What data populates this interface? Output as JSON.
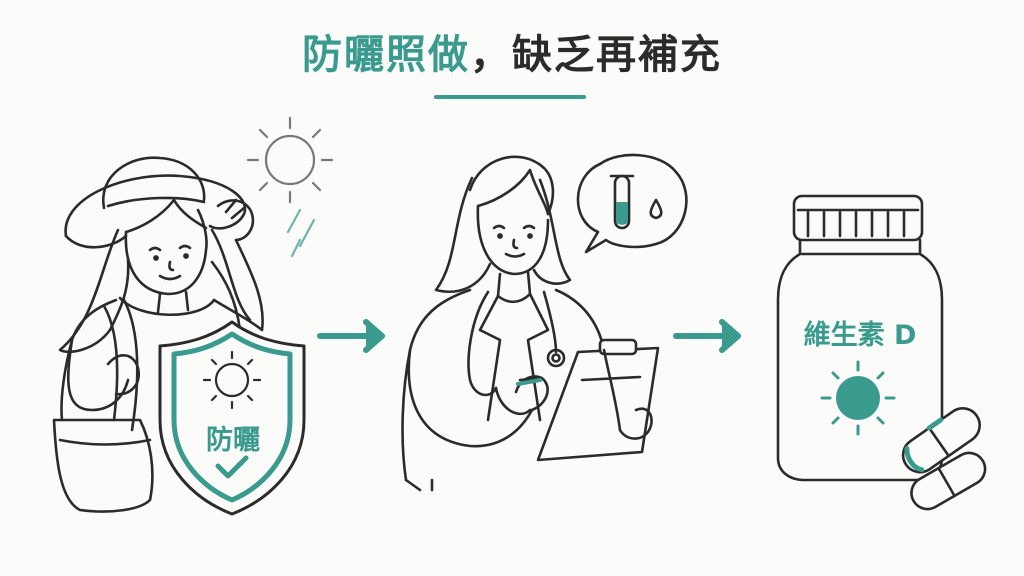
{
  "title": {
    "accent": "防曬照做",
    "rest": "，缺乏再補充"
  },
  "shield": {
    "label": "防曬",
    "icons": [
      "sun-icon",
      "check-icon"
    ]
  },
  "bottle": {
    "label": "維生素 D",
    "icons": [
      "sun-icon"
    ]
  },
  "colors": {
    "accent": "#3a9a8e",
    "line": "#2b2b2b",
    "background": "#fbfbfa"
  },
  "panels": [
    "woman-with-sun-hat",
    "doctor-with-clipboard",
    "vitamin-d-bottle"
  ],
  "connectors": [
    "arrow-right-icon",
    "arrow-right-icon"
  ]
}
